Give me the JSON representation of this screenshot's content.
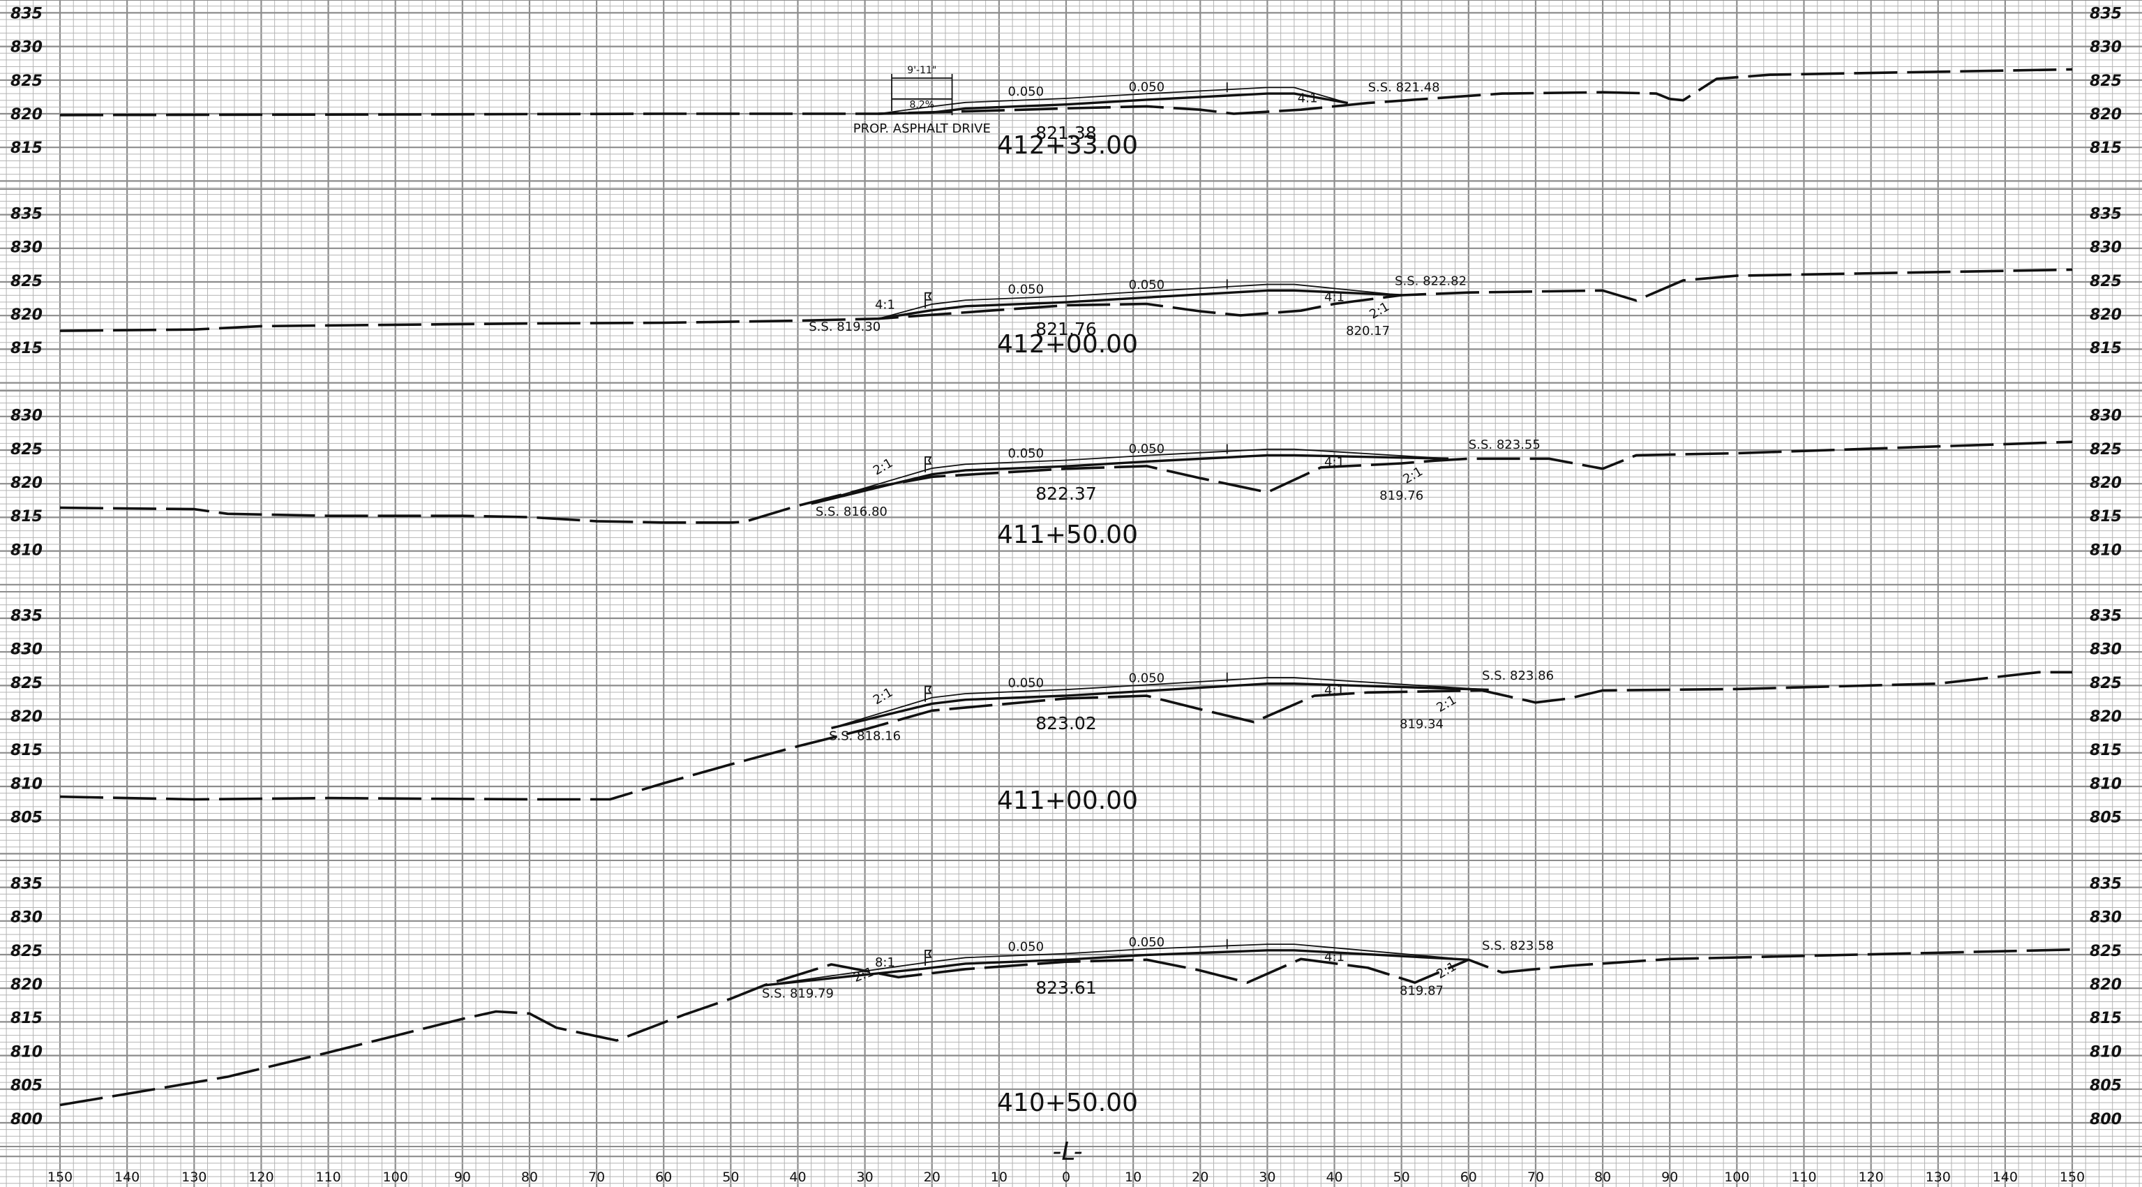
{
  "sheet": {
    "alignment_mark": "-L-"
  },
  "grid": {
    "offsets": [
      "150",
      "140",
      "130",
      "120",
      "110",
      "100",
      "90",
      "80",
      "70",
      "60",
      "50",
      "40",
      "30",
      "20",
      "10",
      "0",
      "10",
      "20",
      "30",
      "40",
      "50",
      "60",
      "70",
      "80",
      "90",
      "100",
      "110",
      "120",
      "130",
      "140",
      "150"
    ]
  },
  "sections": [
    {
      "station": "412+33.00",
      "cl_elevation": "821.38",
      "elev_labels": [
        "835",
        "830",
        "825",
        "820",
        "815"
      ],
      "annotations": {
        "slope_left": "0.050",
        "slope_right": "0.050",
        "side_slope_left": "",
        "side_slope_right": "4:1",
        "side_slope_ditch": "",
        "ss_left": "",
        "ss_right": "S.S. 821.48",
        "ditch_elev": "",
        "drive_width": "9'-11\"",
        "drive_grade": "8.2%",
        "drive_label": "PROP. ASPHALT DRIVE"
      },
      "ground": [
        [
          -150,
          819.8
        ],
        [
          -100,
          819.9
        ],
        [
          -60,
          820.0
        ],
        [
          -40,
          820.0
        ],
        [
          -28,
          820.0
        ],
        [
          -10,
          820.5
        ],
        [
          0,
          820.8
        ],
        [
          12,
          821.1
        ],
        [
          20,
          820.6
        ],
        [
          25,
          820.0
        ],
        [
          35,
          820.6
        ],
        [
          45,
          821.6
        ],
        [
          55,
          822.3
        ],
        [
          65,
          823.0
        ],
        [
          80,
          823.2
        ],
        [
          88,
          823.0
        ],
        [
          90,
          822.2
        ],
        [
          92,
          822.0
        ],
        [
          97,
          825.2
        ],
        [
          105,
          825.8
        ],
        [
          150,
          826.6
        ]
      ]
    },
    {
      "station": "412+00.00",
      "cl_elevation": "821.76",
      "elev_labels": [
        "835",
        "830",
        "825",
        "820",
        "815"
      ],
      "annotations": {
        "slope_left": "0.050",
        "slope_right": "0.050",
        "side_slope_left": "4:1",
        "side_slope_right": "4:1",
        "side_slope_ditch": "2:1",
        "ss_left": "S.S. 819.30",
        "ss_right": "S.S. 822.82",
        "ditch_elev": "820.17",
        "drive_width": "",
        "drive_grade": "",
        "drive_label": ""
      },
      "ground": [
        [
          -150,
          817.5
        ],
        [
          -130,
          817.7
        ],
        [
          -120,
          818.2
        ],
        [
          -100,
          818.4
        ],
        [
          -80,
          818.6
        ],
        [
          -60,
          818.7
        ],
        [
          -40,
          819.0
        ],
        [
          -28,
          819.3
        ],
        [
          -10,
          820.6
        ],
        [
          0,
          821.3
        ],
        [
          12,
          821.5
        ],
        [
          20,
          820.4
        ],
        [
          26,
          819.8
        ],
        [
          35,
          820.5
        ],
        [
          40,
          821.5
        ],
        [
          50,
          822.8
        ],
        [
          60,
          823.2
        ],
        [
          80,
          823.5
        ],
        [
          85,
          822.0
        ],
        [
          92,
          825.0
        ],
        [
          100,
          825.7
        ],
        [
          150,
          826.6
        ]
      ]
    },
    {
      "station": "411+50.00",
      "cl_elevation": "822.37",
      "elev_labels": [
        "830",
        "825",
        "820",
        "815",
        "810"
      ],
      "annotations": {
        "slope_left": "0.050",
        "slope_right": "0.050",
        "side_slope_left": "2:1",
        "side_slope_right": "4:1",
        "side_slope_ditch": "2:1",
        "ss_left": "S.S. 816.80",
        "ss_right": "S.S. 823.55",
        "ditch_elev": "819.76",
        "drive_width": "",
        "drive_grade": "",
        "drive_label": ""
      },
      "ground": [
        [
          -150,
          816.2
        ],
        [
          -130,
          816.0
        ],
        [
          -125,
          815.3
        ],
        [
          -110,
          815.0
        ],
        [
          -90,
          815.0
        ],
        [
          -80,
          814.8
        ],
        [
          -70,
          814.2
        ],
        [
          -60,
          814.0
        ],
        [
          -50,
          814.0
        ],
        [
          -48,
          814.1
        ],
        [
          -40,
          816.5
        ],
        [
          -30,
          819.0
        ],
        [
          -20,
          820.8
        ],
        [
          0,
          822.0
        ],
        [
          12,
          822.4
        ],
        [
          20,
          820.6
        ],
        [
          30,
          818.5
        ],
        [
          38,
          822.2
        ],
        [
          50,
          822.8
        ],
        [
          55,
          823.2
        ],
        [
          60,
          823.5
        ],
        [
          72,
          823.5
        ],
        [
          80,
          822.0
        ],
        [
          85,
          824.0
        ],
        [
          100,
          824.3
        ],
        [
          150,
          826.0
        ]
      ]
    },
    {
      "station": "411+00.00",
      "cl_elevation": "823.02",
      "elev_labels": [
        "835",
        "830",
        "825",
        "820",
        "815",
        "810",
        "805"
      ],
      "annotations": {
        "slope_left": "0.050",
        "slope_right": "0.050",
        "side_slope_left": "2:1",
        "side_slope_right": "4:1",
        "side_slope_ditch": "2:1",
        "ss_left": "S.S. 818.16",
        "ss_right": "S.S. 823.86",
        "ditch_elev": "819.34",
        "drive_width": "",
        "drive_grade": "",
        "drive_label": ""
      },
      "ground": [
        [
          -150,
          808.0
        ],
        [
          -130,
          807.6
        ],
        [
          -110,
          807.8
        ],
        [
          -95,
          807.7
        ],
        [
          -80,
          807.6
        ],
        [
          -68,
          807.6
        ],
        [
          -60,
          810.0
        ],
        [
          -50,
          812.8
        ],
        [
          -40,
          815.5
        ],
        [
          -30,
          818.0
        ],
        [
          -20,
          820.8
        ],
        [
          0,
          822.6
        ],
        [
          12,
          823.0
        ],
        [
          20,
          821.0
        ],
        [
          28,
          819.1
        ],
        [
          37,
          823.0
        ],
        [
          45,
          823.5
        ],
        [
          62,
          823.8
        ],
        [
          70,
          822.0
        ],
        [
          75,
          822.6
        ],
        [
          80,
          823.8
        ],
        [
          100,
          824.0
        ],
        [
          130,
          824.8
        ],
        [
          145,
          826.5
        ],
        [
          150,
          826.5
        ]
      ]
    },
    {
      "station": "410+50.00",
      "cl_elevation": "823.61",
      "elev_labels": [
        "835",
        "830",
        "825",
        "820",
        "815",
        "810",
        "805",
        "800"
      ],
      "annotations": {
        "slope_left": "0.050",
        "slope_right": "0.050",
        "side_slope_left": "8:1",
        "side_slope_right": "4:1",
        "side_slope_ditch": "2:1",
        "ss_left": "S.S. 819.79",
        "ss_right": "S.S. 823.58",
        "ditch_elev": "819.87",
        "drive_width": "",
        "drive_grade": "",
        "drive_label": "",
        "level_mark": "2:1"
      },
      "ground": [
        [
          -150,
          802.0
        ],
        [
          -135,
          804.5
        ],
        [
          -125,
          806.2
        ],
        [
          -110,
          809.8
        ],
        [
          -100,
          812.3
        ],
        [
          -90,
          814.8
        ],
        [
          -85,
          815.9
        ],
        [
          -80,
          815.6
        ],
        [
          -76,
          813.5
        ],
        [
          -67,
          811.6
        ],
        [
          -62,
          813.5
        ],
        [
          -57,
          815.4
        ],
        [
          -50,
          817.8
        ],
        [
          -45,
          819.8
        ],
        [
          -35,
          822.9
        ],
        [
          -25,
          821.0
        ],
        [
          -15,
          822.2
        ],
        [
          0,
          823.3
        ],
        [
          12,
          823.6
        ],
        [
          20,
          822.0
        ],
        [
          27,
          820.2
        ],
        [
          35,
          823.7
        ],
        [
          45,
          822.4
        ],
        [
          52,
          820.2
        ],
        [
          60,
          823.6
        ],
        [
          65,
          821.7
        ],
        [
          75,
          822.7
        ],
        [
          90,
          823.7
        ],
        [
          150,
          825.1
        ]
      ]
    }
  ]
}
